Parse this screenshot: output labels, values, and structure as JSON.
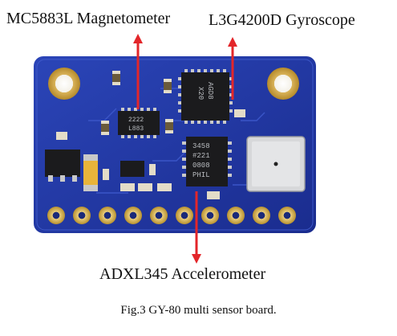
{
  "labels": {
    "magnetometer": "MC5883L Magnetometer",
    "gyroscope": "L3G4200D Gyroscope",
    "accelerometer": "ADXL345 Accelerometer"
  },
  "caption": "Fig.3 GY-80 multi sensor board.",
  "chip_markings": {
    "magnetometer": [
      "2222",
      "L883"
    ],
    "gyroscope": [
      "AGD8",
      "X20"
    ],
    "accelerometer": [
      "3458",
      "#221",
      "0808",
      "PHIL"
    ]
  },
  "colors": {
    "board": "#2238a6",
    "arrow": "#e3262a",
    "pad": "#d8b45a",
    "chip": "#1b1b1d"
  }
}
